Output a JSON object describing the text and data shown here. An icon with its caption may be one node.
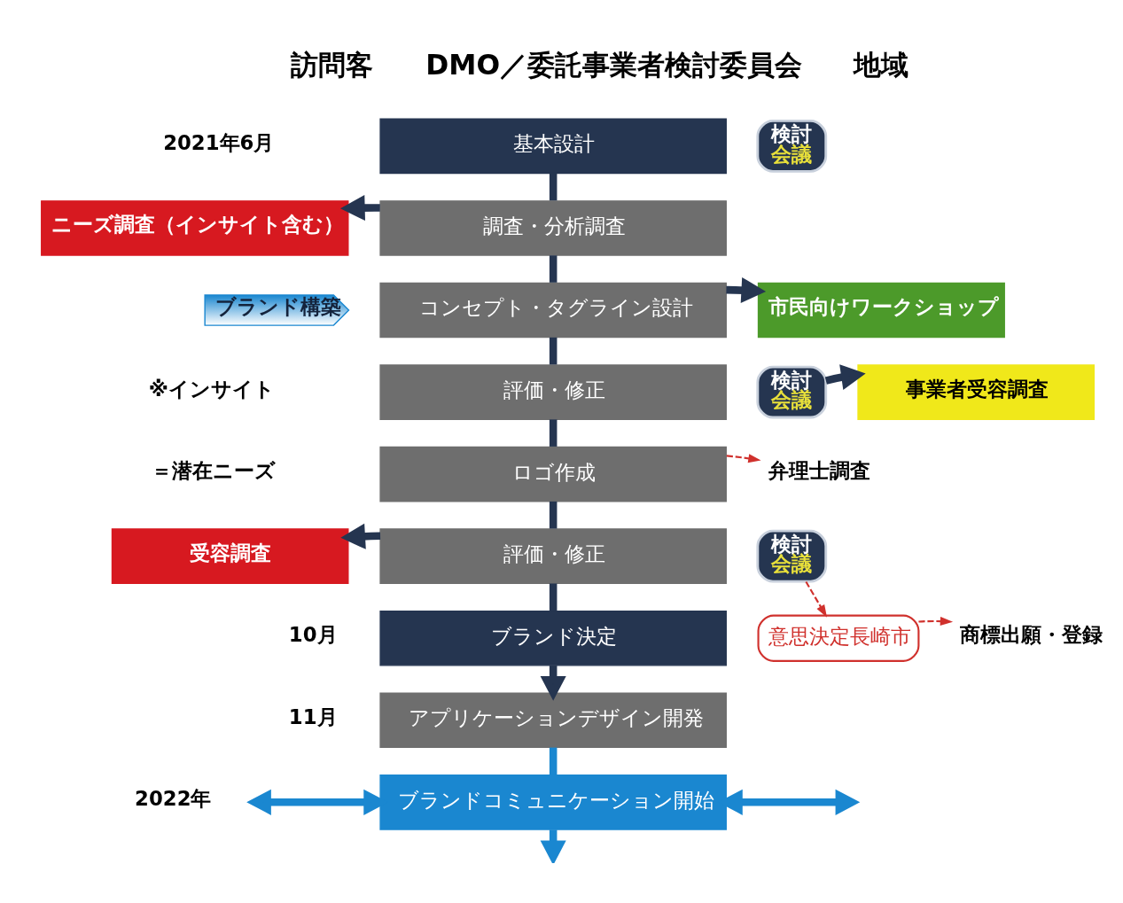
{
  "diagram": {
    "nodes": [
      {
        "text": [
          "基本設計"
        ]
      },
      {
        "text": [
          "調査・分析調査"
        ]
      },
      {
        "text": [
          "検討",
          "会議"
        ]
      },
      {
        "text": [
          "コンセプト・タグライン設計"
        ]
      },
      {
        "text": [
          "評価・修正"
        ]
      },
      {
        "text": [
          "検討",
          "会議"
        ]
      },
      {
        "text": [
          "ロゴ作成"
        ]
      },
      {
        "text": [
          "評価・修正"
        ]
      },
      {
        "text": [
          "検討",
          "会議"
        ]
      },
      {
        "text": [
          "ブランド決定"
        ]
      },
      {
        "text": [
          "意思決定長崎市"
        ]
      },
      {
        "text": [
          "アプリケーションデザイン開発"
        ]
      },
      {
        "text": [
          "ブランドコミュニケーション開始"
        ]
      },
      {
        "text": [
          "ニーズ調査（インサイト含む）"
        ]
      },
      {
        "text": [
          "受容調査"
        ]
      },
      {
        "text": [
          "市民向けワークショップ"
        ]
      },
      {
        "text": [
          "事業者受容調査"
        ]
      },
      {
        "text": [
          "弁理士調査"
        ]
      },
      {
        "text": [
          "商標出願・登録"
        ]
      },
      {
        "text": [
          "ブランド構築"
        ]
      }
    ],
    "edges": [
      {
        "from": 0,
        "to": 1,
        "arrow": "none"
      },
      {
        "from": 1,
        "to": 3,
        "arrow": "none"
      },
      {
        "from": 3,
        "to": 4,
        "arrow": "none"
      },
      {
        "from": 4,
        "to": 6,
        "arrow": "none"
      },
      {
        "from": 6,
        "to": 7,
        "arrow": "none"
      },
      {
        "from": 7,
        "to": 9,
        "arrow": "none"
      },
      {
        "from": 9,
        "to": 11,
        "arrow": "to"
      },
      {
        "from": 11,
        "to": 12,
        "arrow": "none",
        "color": "#1a87d0"
      },
      {
        "from": 12,
        "to": null,
        "arrow": "both",
        "color": "#1a87d0"
      },
      {
        "from": 1,
        "to": 13,
        "arrow": "to"
      },
      {
        "from": 3,
        "to": 15,
        "arrow": "to"
      },
      {
        "from": 5,
        "to": 16,
        "arrow": "to"
      },
      {
        "from": 7,
        "to": 14,
        "arrow": "to"
      },
      {
        "from": 6,
        "to": 17,
        "arrow": "to",
        "style": "dashed",
        "color": "#d0312d"
      },
      {
        "from": 8,
        "to": 10,
        "arrow": "to",
        "style": "dashed",
        "color": "#d0312d"
      },
      {
        "from": 10,
        "to": 18,
        "arrow": "to",
        "style": "dashed",
        "color": "#d0312d"
      },
      {
        "from": 12,
        "to": null,
        "arrow": "both",
        "color": "#1a87d0"
      },
      {
        "from": 12,
        "to": null,
        "arrow": "to",
        "color": "#1a87d0"
      }
    ],
    "labels": [
      "訪問客",
      "DMO／委託事業者検討委員会",
      "地域",
      "2021年6月",
      "※インサイト",
      "＝潜在ニーズ",
      "10月",
      "11月",
      "2022年"
    ]
  }
}
